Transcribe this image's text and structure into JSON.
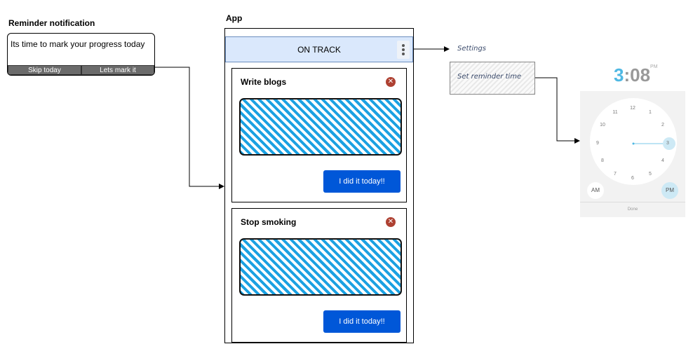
{
  "notification": {
    "title": "Reminder notification",
    "message": "Its time to mark your progress today",
    "skip_label": "Skip today",
    "mark_label": "Lets mark it"
  },
  "app": {
    "title": "App",
    "header_label": "ON TRACK",
    "cards": [
      {
        "title": "Write blogs",
        "button_label": "I did it today!!"
      },
      {
        "title": "Stop smoking",
        "button_label": "I did it today!!"
      }
    ]
  },
  "settings": {
    "menu_label": "Settings",
    "reminder_label": "Set reminder time"
  },
  "clock": {
    "hour": "3",
    "minutes": ":08",
    "period_small": "PM",
    "numbers": [
      "12",
      "1",
      "2",
      "3",
      "4",
      "5",
      "6",
      "7",
      "8",
      "9",
      "10",
      "11"
    ],
    "am_label": "AM",
    "pm_label": "PM",
    "done_label": "Done"
  },
  "colors": {
    "header_bg": "#dae8fc",
    "accent_button": "#0057d8",
    "hatch": "#1ba1e2",
    "close_icon": "#ae4132",
    "clock_accent": "#4fb8e3"
  }
}
